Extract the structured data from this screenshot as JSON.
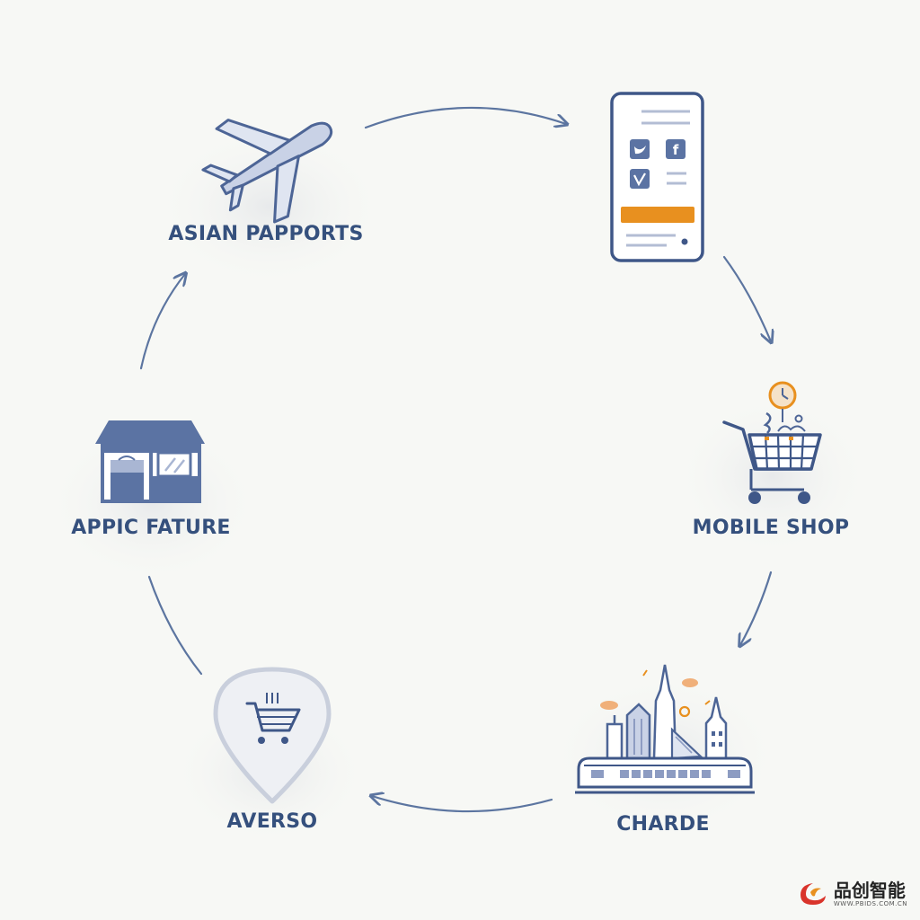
{
  "colors": {
    "primary": "#2f4a78",
    "icon": "#5b73a3",
    "icon_light": "#a9b6d3",
    "accent": "#e8901f",
    "accent_light": "#f0b07a",
    "background": "#f7f8f5"
  },
  "nodes": [
    {
      "id": "asian-papports",
      "label": "ASIAN PAPPORTS",
      "icon": "airplane-icon"
    },
    {
      "id": "phone-app",
      "label": "",
      "icon": "smartphone-social-icon"
    },
    {
      "id": "mobile-shop",
      "label": "MOBILE SHOP",
      "icon": "shopping-cart-icon"
    },
    {
      "id": "charde",
      "label": "CHARDE",
      "icon": "city-train-icon"
    },
    {
      "id": "averso",
      "label": "AVERSO",
      "icon": "cart-location-pin-icon"
    },
    {
      "id": "appic-fature",
      "label": "APPIC FATURE",
      "icon": "storefront-icon"
    }
  ],
  "watermark": {
    "title": "品创智能",
    "url": "WWW.PBIDS.COM.CN",
    "icon": "pbids-logo-icon"
  }
}
